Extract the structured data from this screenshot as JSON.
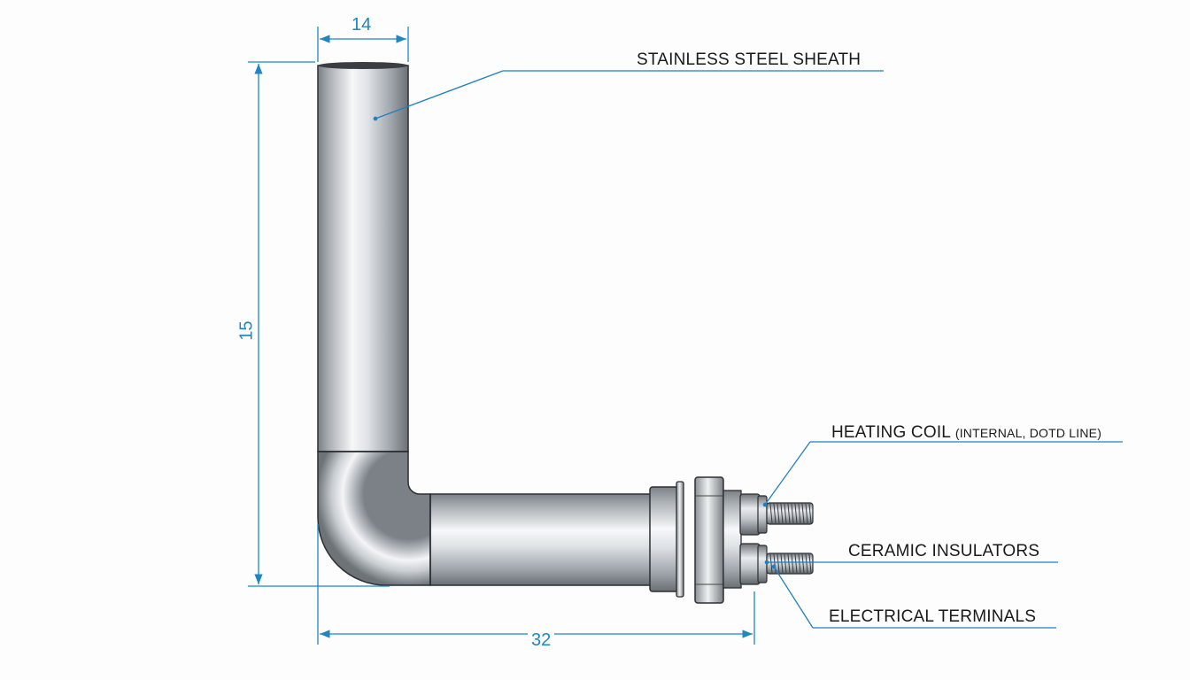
{
  "labels": {
    "sheath": "STAINLESS STEEL SHEATH",
    "coil": "HEATING COIL",
    "coil_note": "(INTERNAL, DOTD LINE)",
    "insulators": "CERAMIC INSULATORS",
    "terminals": "ELECTRICAL TERMINALS"
  },
  "dimensions": {
    "top_width": "14",
    "height": "15",
    "bottom_width": "32"
  },
  "colors": {
    "dimension_line": "#1f86c1",
    "leader_line": "#1f7fc0",
    "metal_dark": "#6e7378",
    "metal_light": "#f4f6f8",
    "outline": "#2b2f33"
  }
}
